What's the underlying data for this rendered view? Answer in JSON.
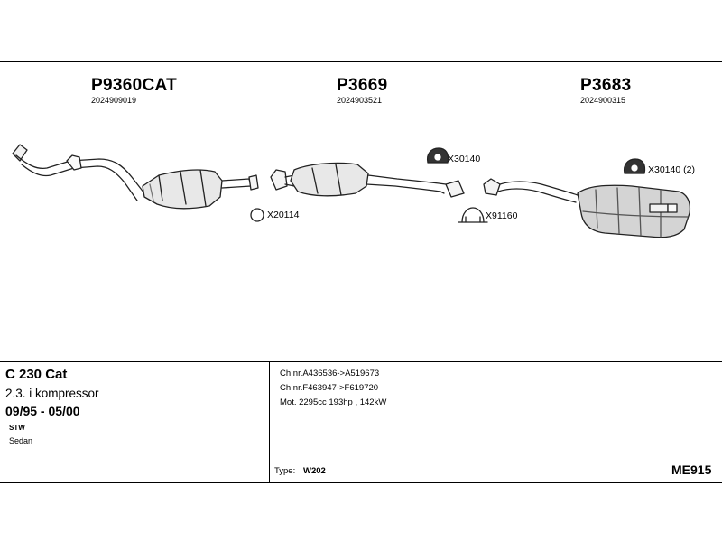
{
  "parts": [
    {
      "code": "P9360CAT",
      "number": "2024909019"
    },
    {
      "code": "P3669",
      "number": "2024903521"
    },
    {
      "code": "P3683",
      "number": "2024900315"
    }
  ],
  "accessories": [
    {
      "label": "X30140",
      "icon": "rubber-hanger-icon"
    },
    {
      "label": "X30140 (2)",
      "icon": "rubber-hanger-icon"
    },
    {
      "label": "X20114",
      "icon": "gasket-ring-icon"
    },
    {
      "label": "X91160",
      "icon": "pipe-clamp-icon"
    }
  ],
  "vehicle": {
    "model": "C 230 Cat",
    "engine": "2.3. i kompressor",
    "years": "09/95 - 05/00",
    "body_1": "STW",
    "body_2": "Sedan"
  },
  "specs": {
    "chassis_1": "Ch.nr.A436536->A519673",
    "chassis_2": "Ch.nr.F463947->F619720",
    "motor": "Mot. 2295cc 193hp , 142kW",
    "type_label": "Type:",
    "type_value": "W202"
  },
  "diagram_code": "ME915"
}
